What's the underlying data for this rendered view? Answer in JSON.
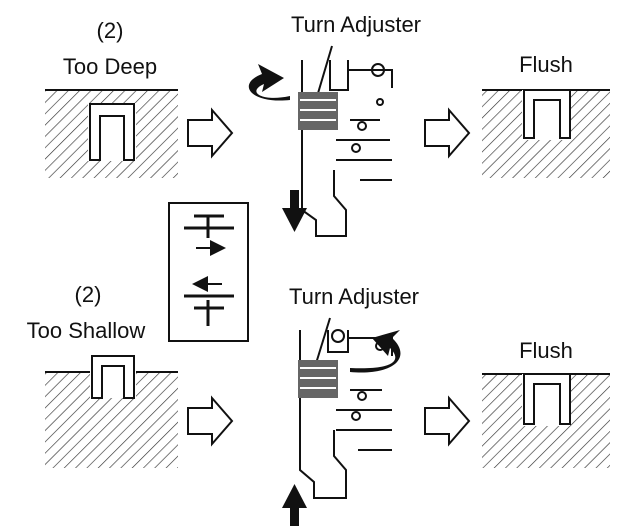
{
  "top_row": {
    "number": "(2)",
    "condition": "Too Deep",
    "action": "Turn Adjuster",
    "result": "Flush"
  },
  "bottom_row": {
    "number": "(2)",
    "condition": "Too Shallow",
    "action": "Turn Adjuster",
    "result": "Flush"
  },
  "icons": {
    "too_deep_arrow": "down-arrow-icon",
    "too_shallow_arrow": "up-arrow-icon",
    "rotate_top": "counterclockwise-rotate-icon",
    "rotate_bottom": "clockwise-rotate-icon",
    "legend": "depth-direction-legend-icon"
  }
}
